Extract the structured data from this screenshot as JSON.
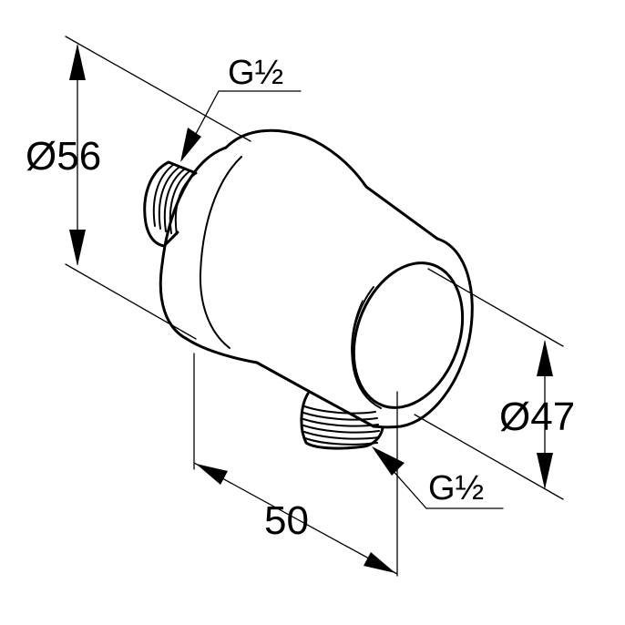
{
  "dimensions": {
    "outer_diameter": "Ø56",
    "end_diameter": "Ø47",
    "depth": "50"
  },
  "threads": {
    "top_connection": "G½",
    "bottom_connection": "G½"
  }
}
